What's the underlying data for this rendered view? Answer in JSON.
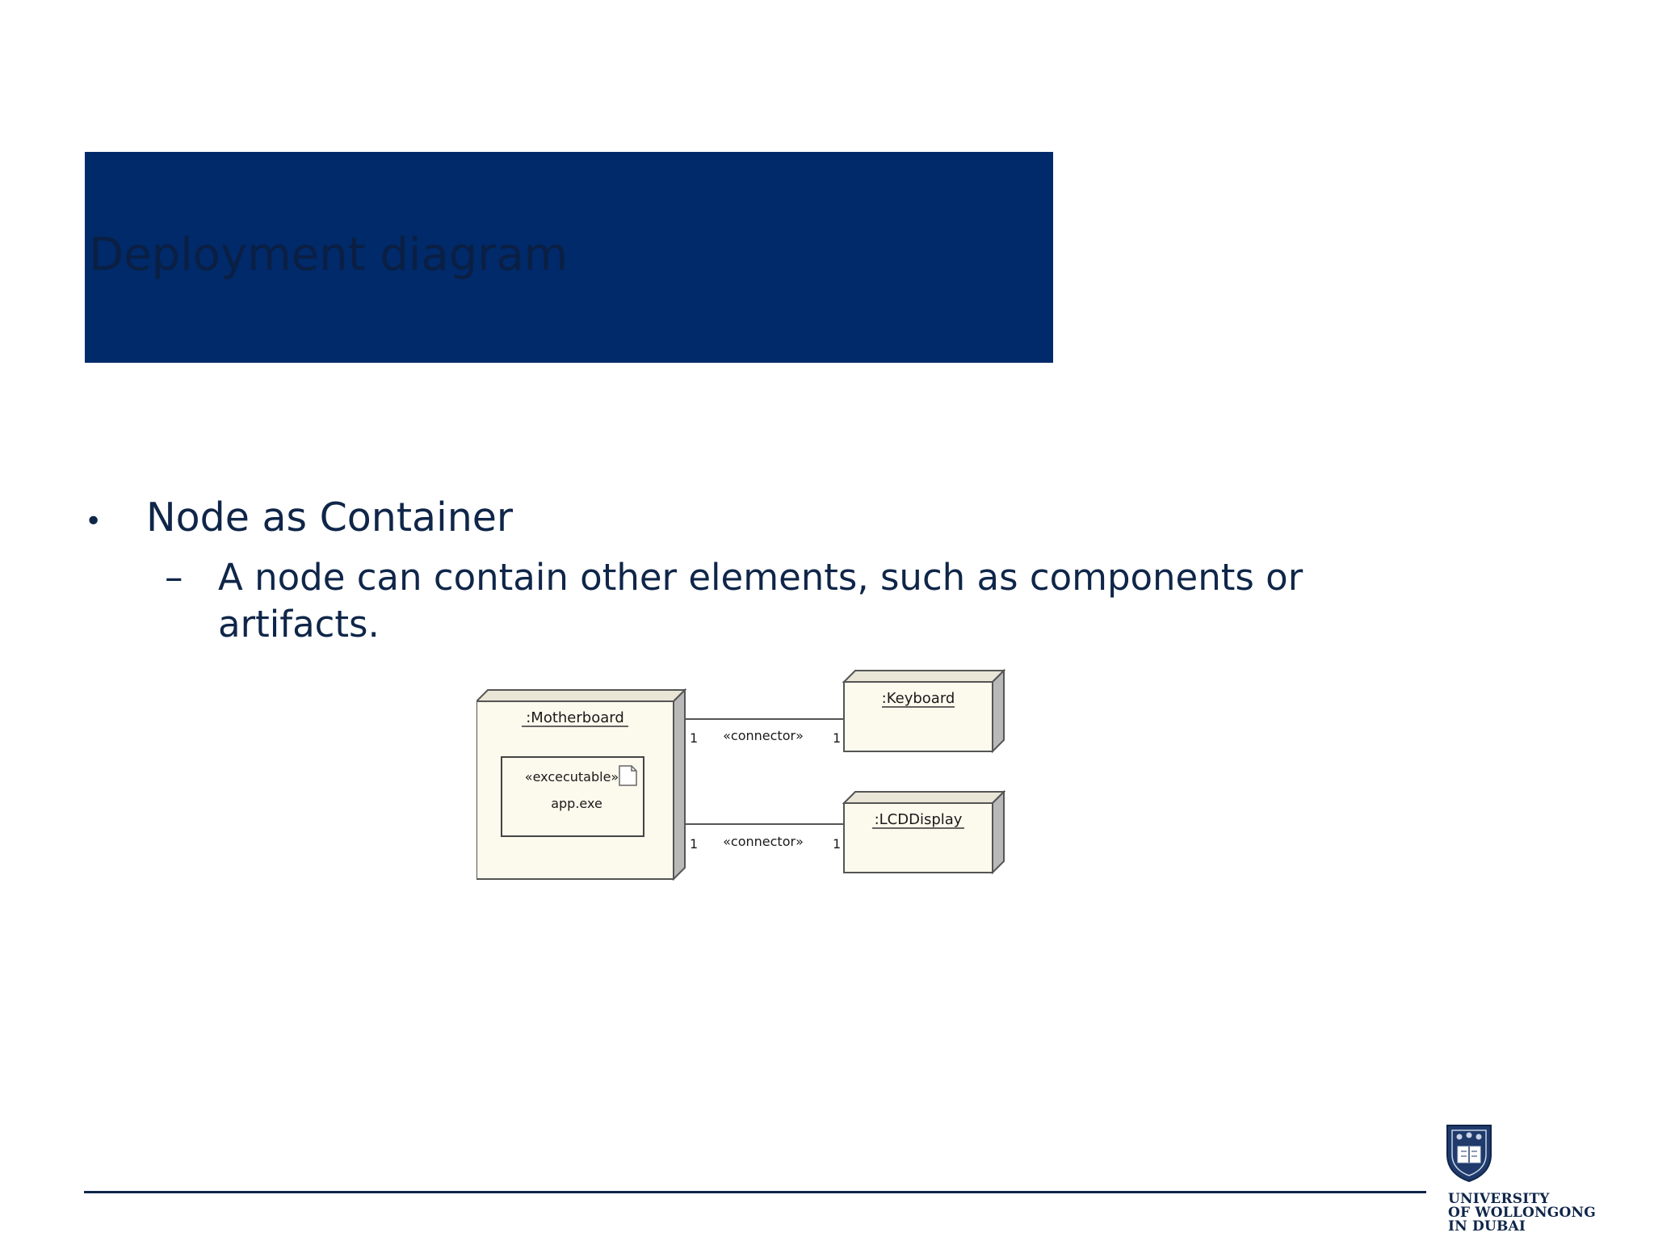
{
  "slide": {
    "title": "Deployment diagram",
    "bullet": {
      "marker": "•",
      "text": "Node as Container"
    },
    "sub_bullet": {
      "marker": "–",
      "text": "A node can contain other elements, such as components or artifacts."
    }
  },
  "diagram": {
    "motherboard_label": ":Motherboard",
    "artifact_stereotype": "«excecutable»",
    "artifact_name": "app.exe",
    "keyboard_label": ":Keyboard",
    "lcd_label": ":LCDDisplay",
    "connector_top": {
      "label": "«connector»",
      "mult_left": "1",
      "mult_right": "1"
    },
    "connector_bottom": {
      "label": "«connector»",
      "mult_left": "1",
      "mult_right": "1"
    }
  },
  "logo": {
    "line1": "UNIVERSITY",
    "line2": "OF WOLLONGONG",
    "line3": "IN DUBAI"
  },
  "colors": {
    "title_band": "#002a69",
    "text": "#0f2649",
    "node_fill": "#fcf9ed"
  }
}
